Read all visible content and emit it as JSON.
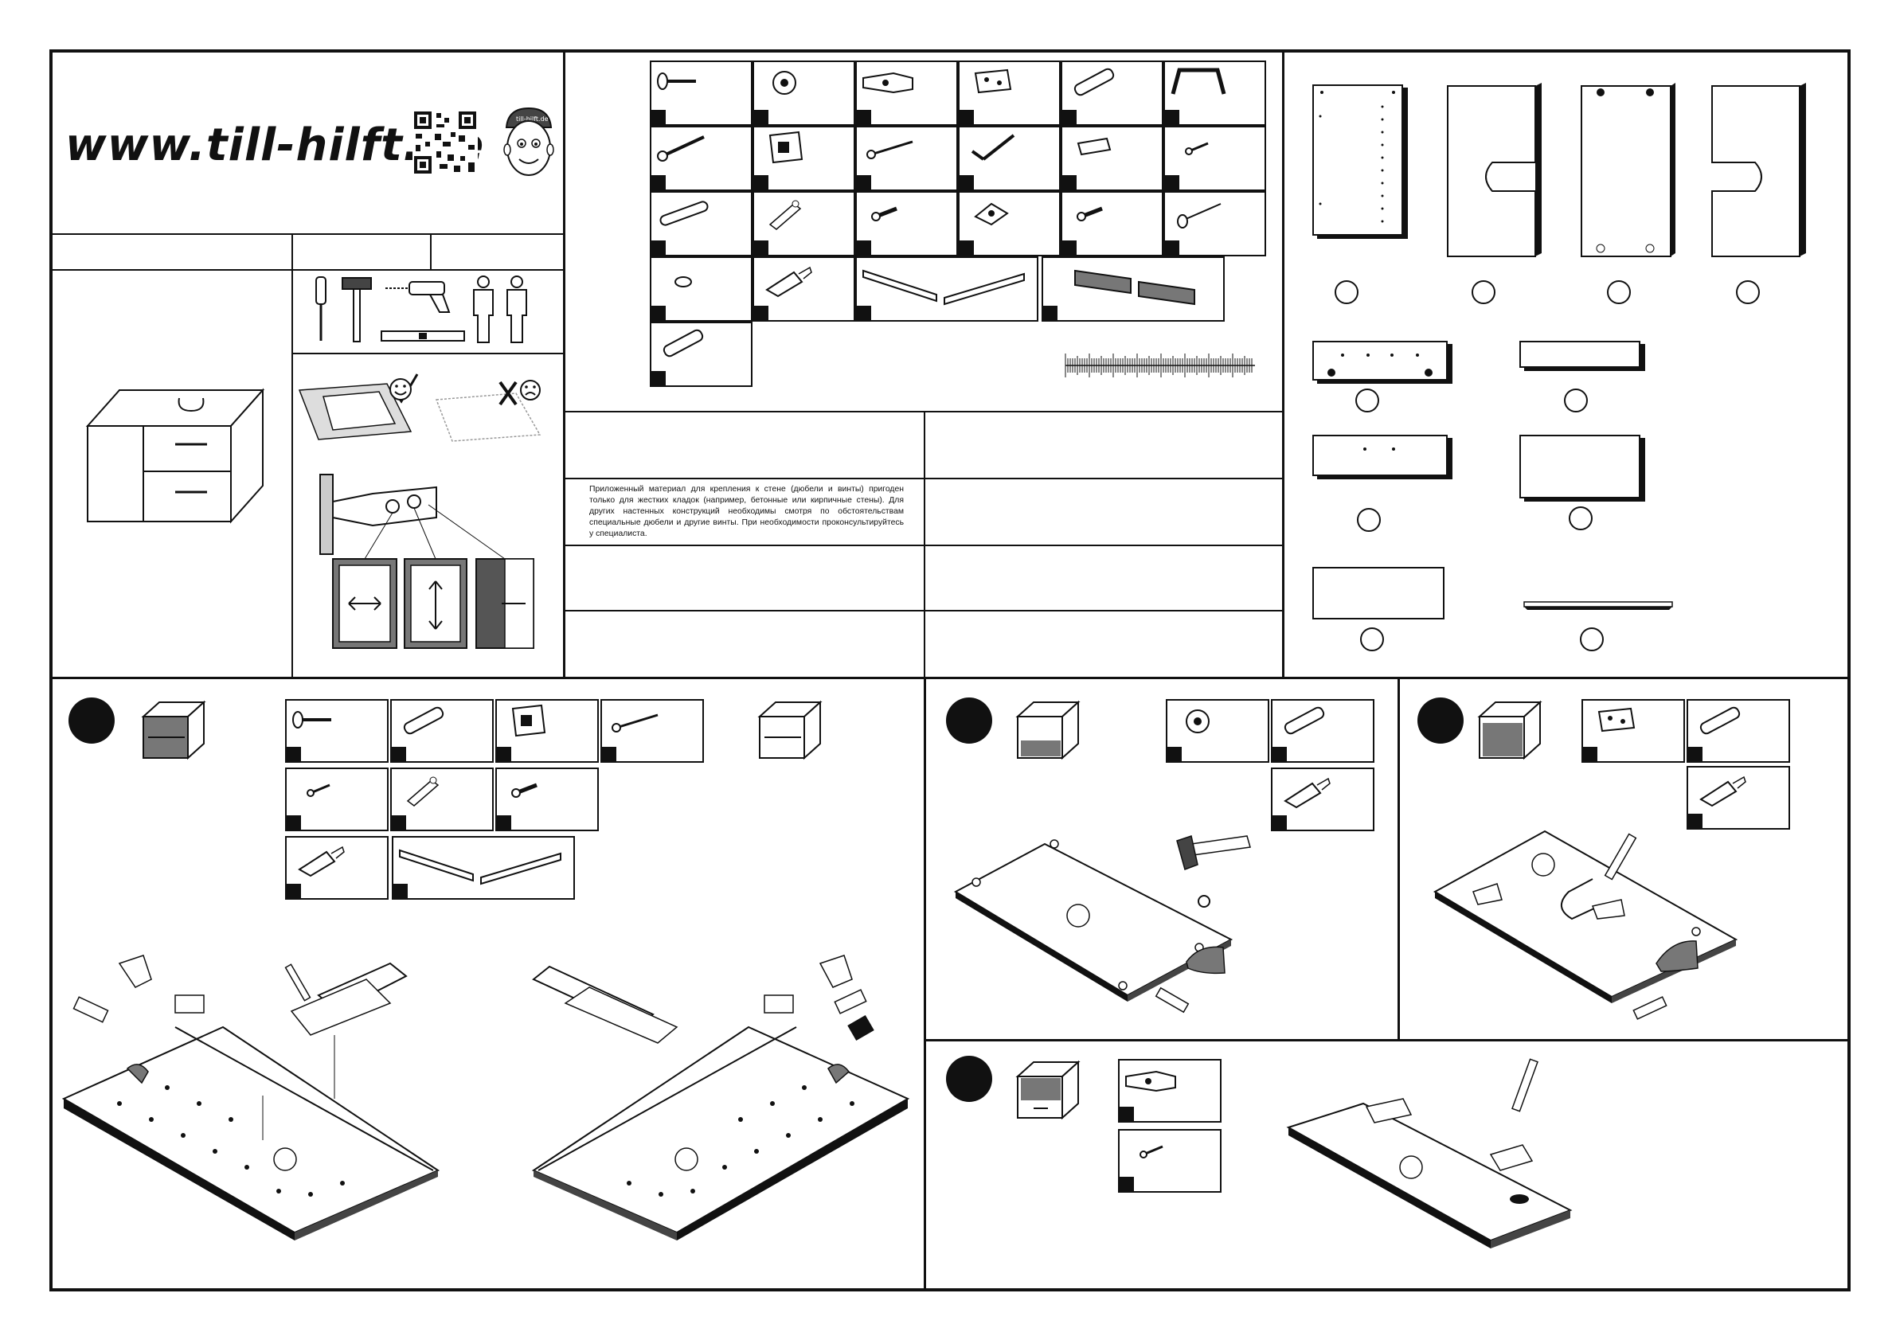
{
  "header": {
    "url": "www.till-hilft.de",
    "badge_text": "till-hilft.de"
  },
  "notice": {
    "text": "Приложенный материал для крепления к стене (дюбели и винты) пригоден только для жестких кладок (например, бетонные или кирпичные стены). Для других настенных конструкций необходимы смотря по обстоятельствам специальные дюбели и другие винты. При необходимости проконсультируйтесь у специалиста."
  },
  "icons": {
    "qr": "qr-code-icon",
    "mascot": "mascot-icon",
    "screwdriver": "screwdriver-icon",
    "hammer": "hammer-icon",
    "drill": "drill-icon",
    "level": "spirit-level-icon",
    "person": "person-icon",
    "smiley": "smiley-face-icon",
    "sad": "sad-face-icon",
    "hinge": "hinge-icon",
    "glue": "glue-tube-icon",
    "dowel": "wood-dowel-icon",
    "screw": "screw-icon"
  },
  "colors": {
    "ink": "#111111",
    "paper": "#ffffff",
    "shade": "#777777"
  }
}
